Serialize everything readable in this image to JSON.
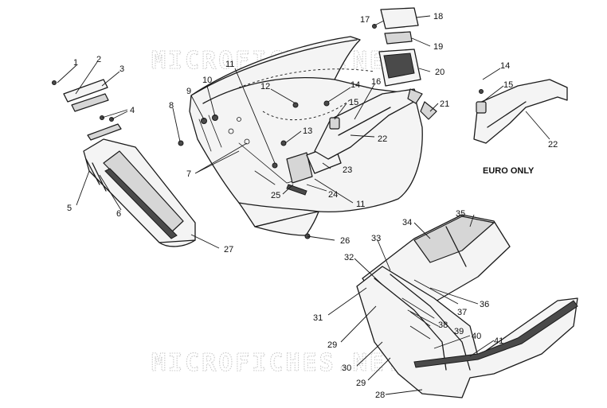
{
  "watermarks": [
    "MICROFICHES.NET",
    "MICROFICHES.NET"
  ],
  "note": "EURO ONLY",
  "callouts": [
    {
      "id": "c1",
      "label": "1"
    },
    {
      "id": "c2",
      "label": "2"
    },
    {
      "id": "c3",
      "label": "3"
    },
    {
      "id": "c4",
      "label": "4"
    },
    {
      "id": "c5",
      "label": "5"
    },
    {
      "id": "c6",
      "label": "6"
    },
    {
      "id": "c7",
      "label": "7"
    },
    {
      "id": "c8",
      "label": "8"
    },
    {
      "id": "c9",
      "label": "9"
    },
    {
      "id": "c10",
      "label": "10"
    },
    {
      "id": "c11a",
      "label": "11"
    },
    {
      "id": "c11b",
      "label": "11"
    },
    {
      "id": "c12",
      "label": "12"
    },
    {
      "id": "c13",
      "label": "13"
    },
    {
      "id": "c14a",
      "label": "14"
    },
    {
      "id": "c14b",
      "label": "14"
    },
    {
      "id": "c15a",
      "label": "15"
    },
    {
      "id": "c15b",
      "label": "15"
    },
    {
      "id": "c16",
      "label": "16"
    },
    {
      "id": "c17",
      "label": "17"
    },
    {
      "id": "c18",
      "label": "18"
    },
    {
      "id": "c19",
      "label": "19"
    },
    {
      "id": "c20",
      "label": "20"
    },
    {
      "id": "c21",
      "label": "21"
    },
    {
      "id": "c22a",
      "label": "22"
    },
    {
      "id": "c22b",
      "label": "22"
    },
    {
      "id": "c23",
      "label": "23"
    },
    {
      "id": "c24",
      "label": "24"
    },
    {
      "id": "c25",
      "label": "25"
    },
    {
      "id": "c26",
      "label": "26"
    },
    {
      "id": "c27",
      "label": "27"
    },
    {
      "id": "c28",
      "label": "28"
    },
    {
      "id": "c29a",
      "label": "29"
    },
    {
      "id": "c29b",
      "label": "29"
    },
    {
      "id": "c30",
      "label": "30"
    },
    {
      "id": "c31",
      "label": "31"
    },
    {
      "id": "c32",
      "label": "32"
    },
    {
      "id": "c33",
      "label": "33"
    },
    {
      "id": "c34",
      "label": "34"
    },
    {
      "id": "c35",
      "label": "35"
    },
    {
      "id": "c36",
      "label": "36"
    },
    {
      "id": "c37",
      "label": "37"
    },
    {
      "id": "c38",
      "label": "38"
    },
    {
      "id": "c39",
      "label": "39"
    },
    {
      "id": "c40",
      "label": "40"
    },
    {
      "id": "c41",
      "label": "41"
    }
  ]
}
